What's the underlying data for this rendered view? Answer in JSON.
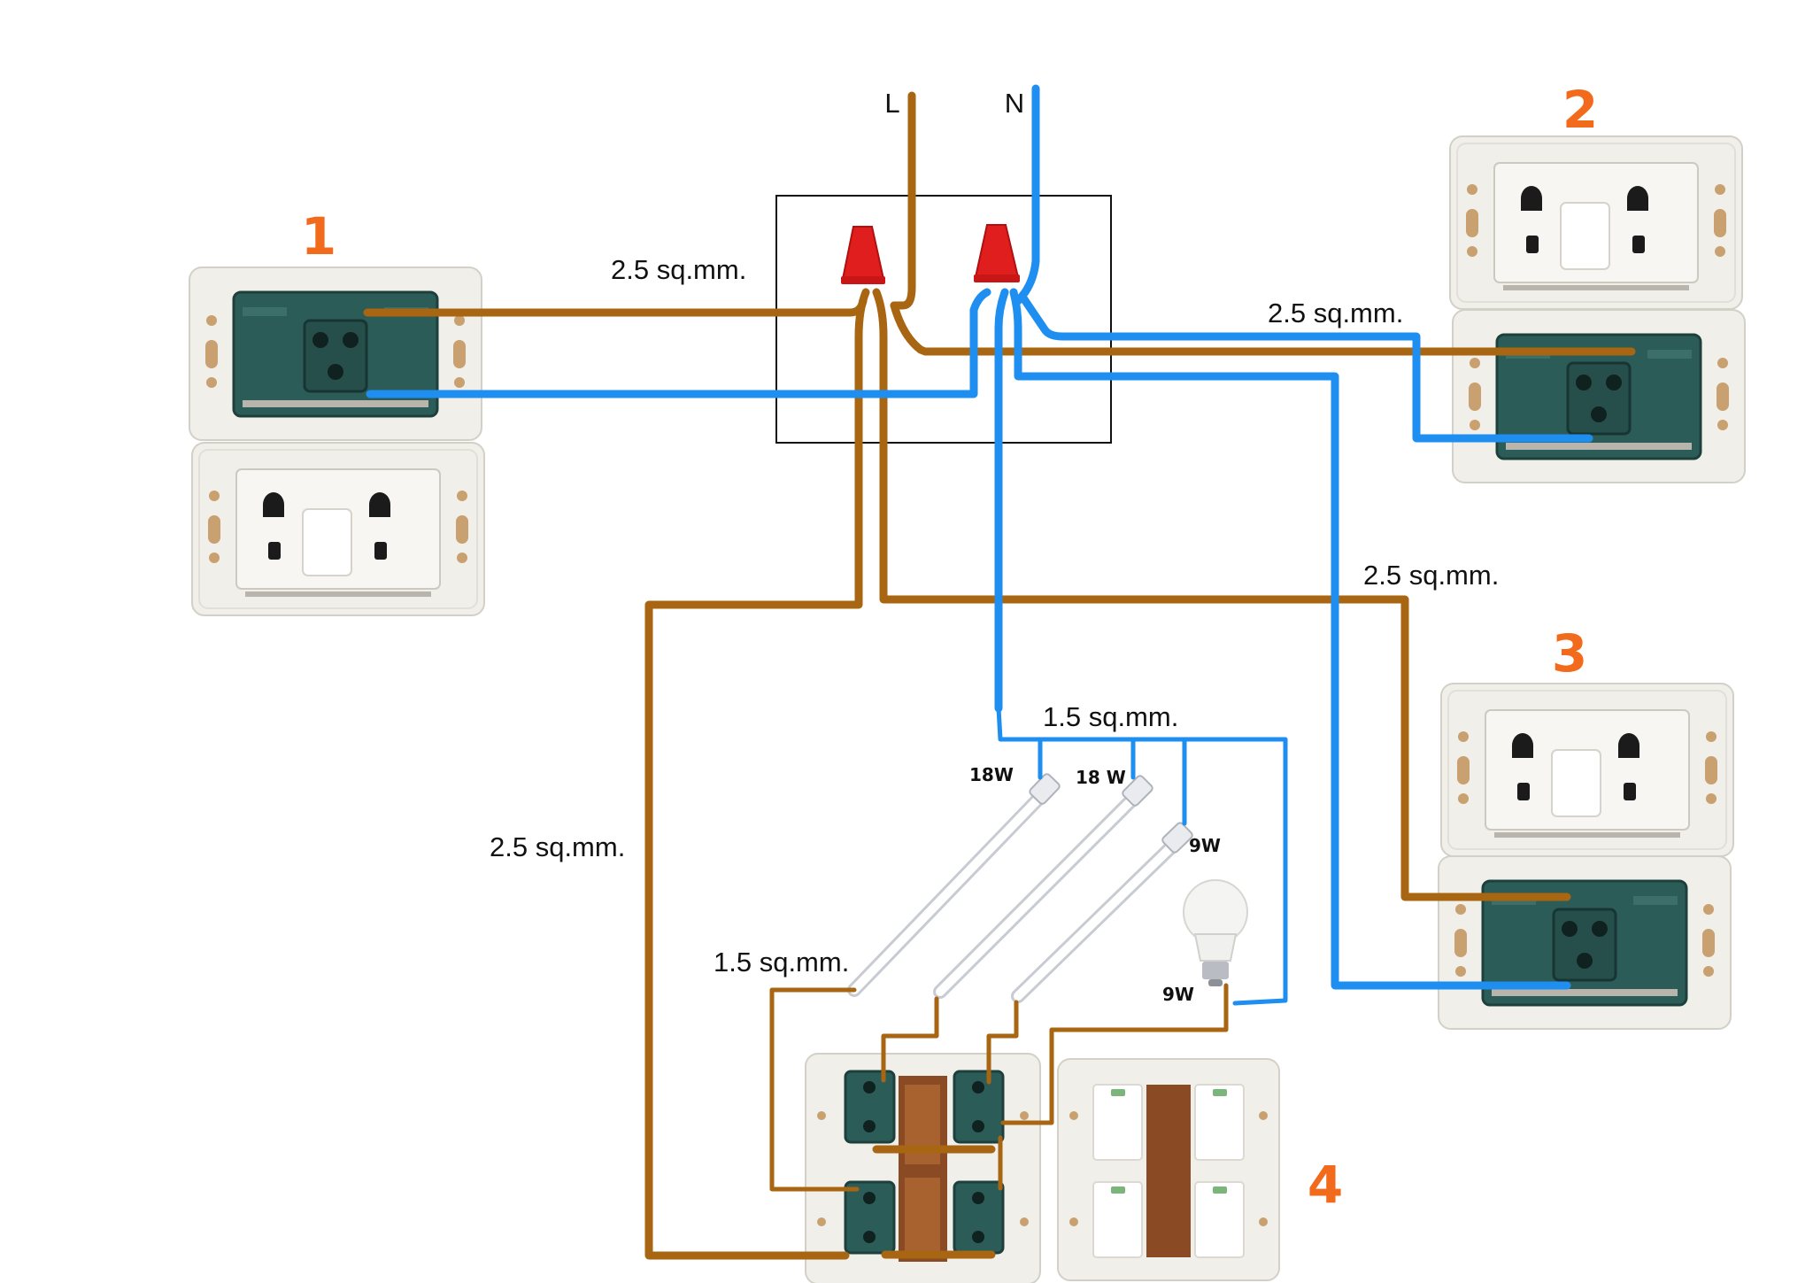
{
  "terminals": {
    "live": "L",
    "neutral": "N"
  },
  "units": [
    {
      "id": "1",
      "label": "1"
    },
    {
      "id": "2",
      "label": "2"
    },
    {
      "id": "3",
      "label": "3"
    },
    {
      "id": "4",
      "label": "4"
    }
  ],
  "cable_labels": [
    "2.5 sq.mm.",
    "2.5 sq.mm.",
    "2.5 sq.mm.",
    "2.5 sq.mm.",
    "1.5 sq.mm.",
    "1.5 sq.mm."
  ],
  "loads": [
    {
      "label": "18W",
      "type": "tube"
    },
    {
      "label": "18 W",
      "type": "tube"
    },
    {
      "label": "9W",
      "type": "tube"
    },
    {
      "label": "9W",
      "type": "bulb"
    }
  ],
  "colors": {
    "live": "#A86612",
    "neutral": "#1E8EF0",
    "unit_number": "#F26A1B",
    "connector": "#E01E1E",
    "outlet_plate": "#F1EFEA",
    "breaker_body": "#2C5C58"
  }
}
